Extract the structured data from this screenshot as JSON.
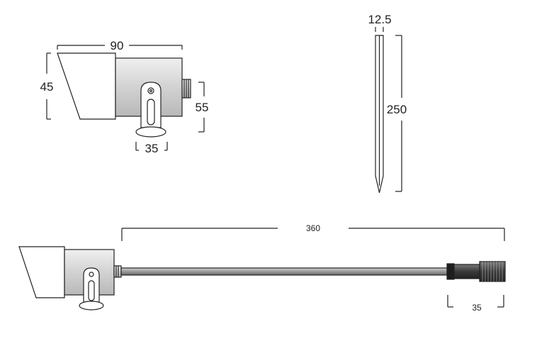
{
  "dimensions": {
    "lamp_width": "90",
    "lamp_height": "45",
    "lamp_depth": "55",
    "bracket_width": "35",
    "spike_diameter": "12.5",
    "spike_length": "250",
    "cable_length": "360",
    "connector_length": "35"
  },
  "colors": {
    "line": "#222222",
    "body_fill": "#d0d0d0",
    "cable_fill": "#a8a8a8",
    "connector_fill": "#4a4a4a"
  }
}
